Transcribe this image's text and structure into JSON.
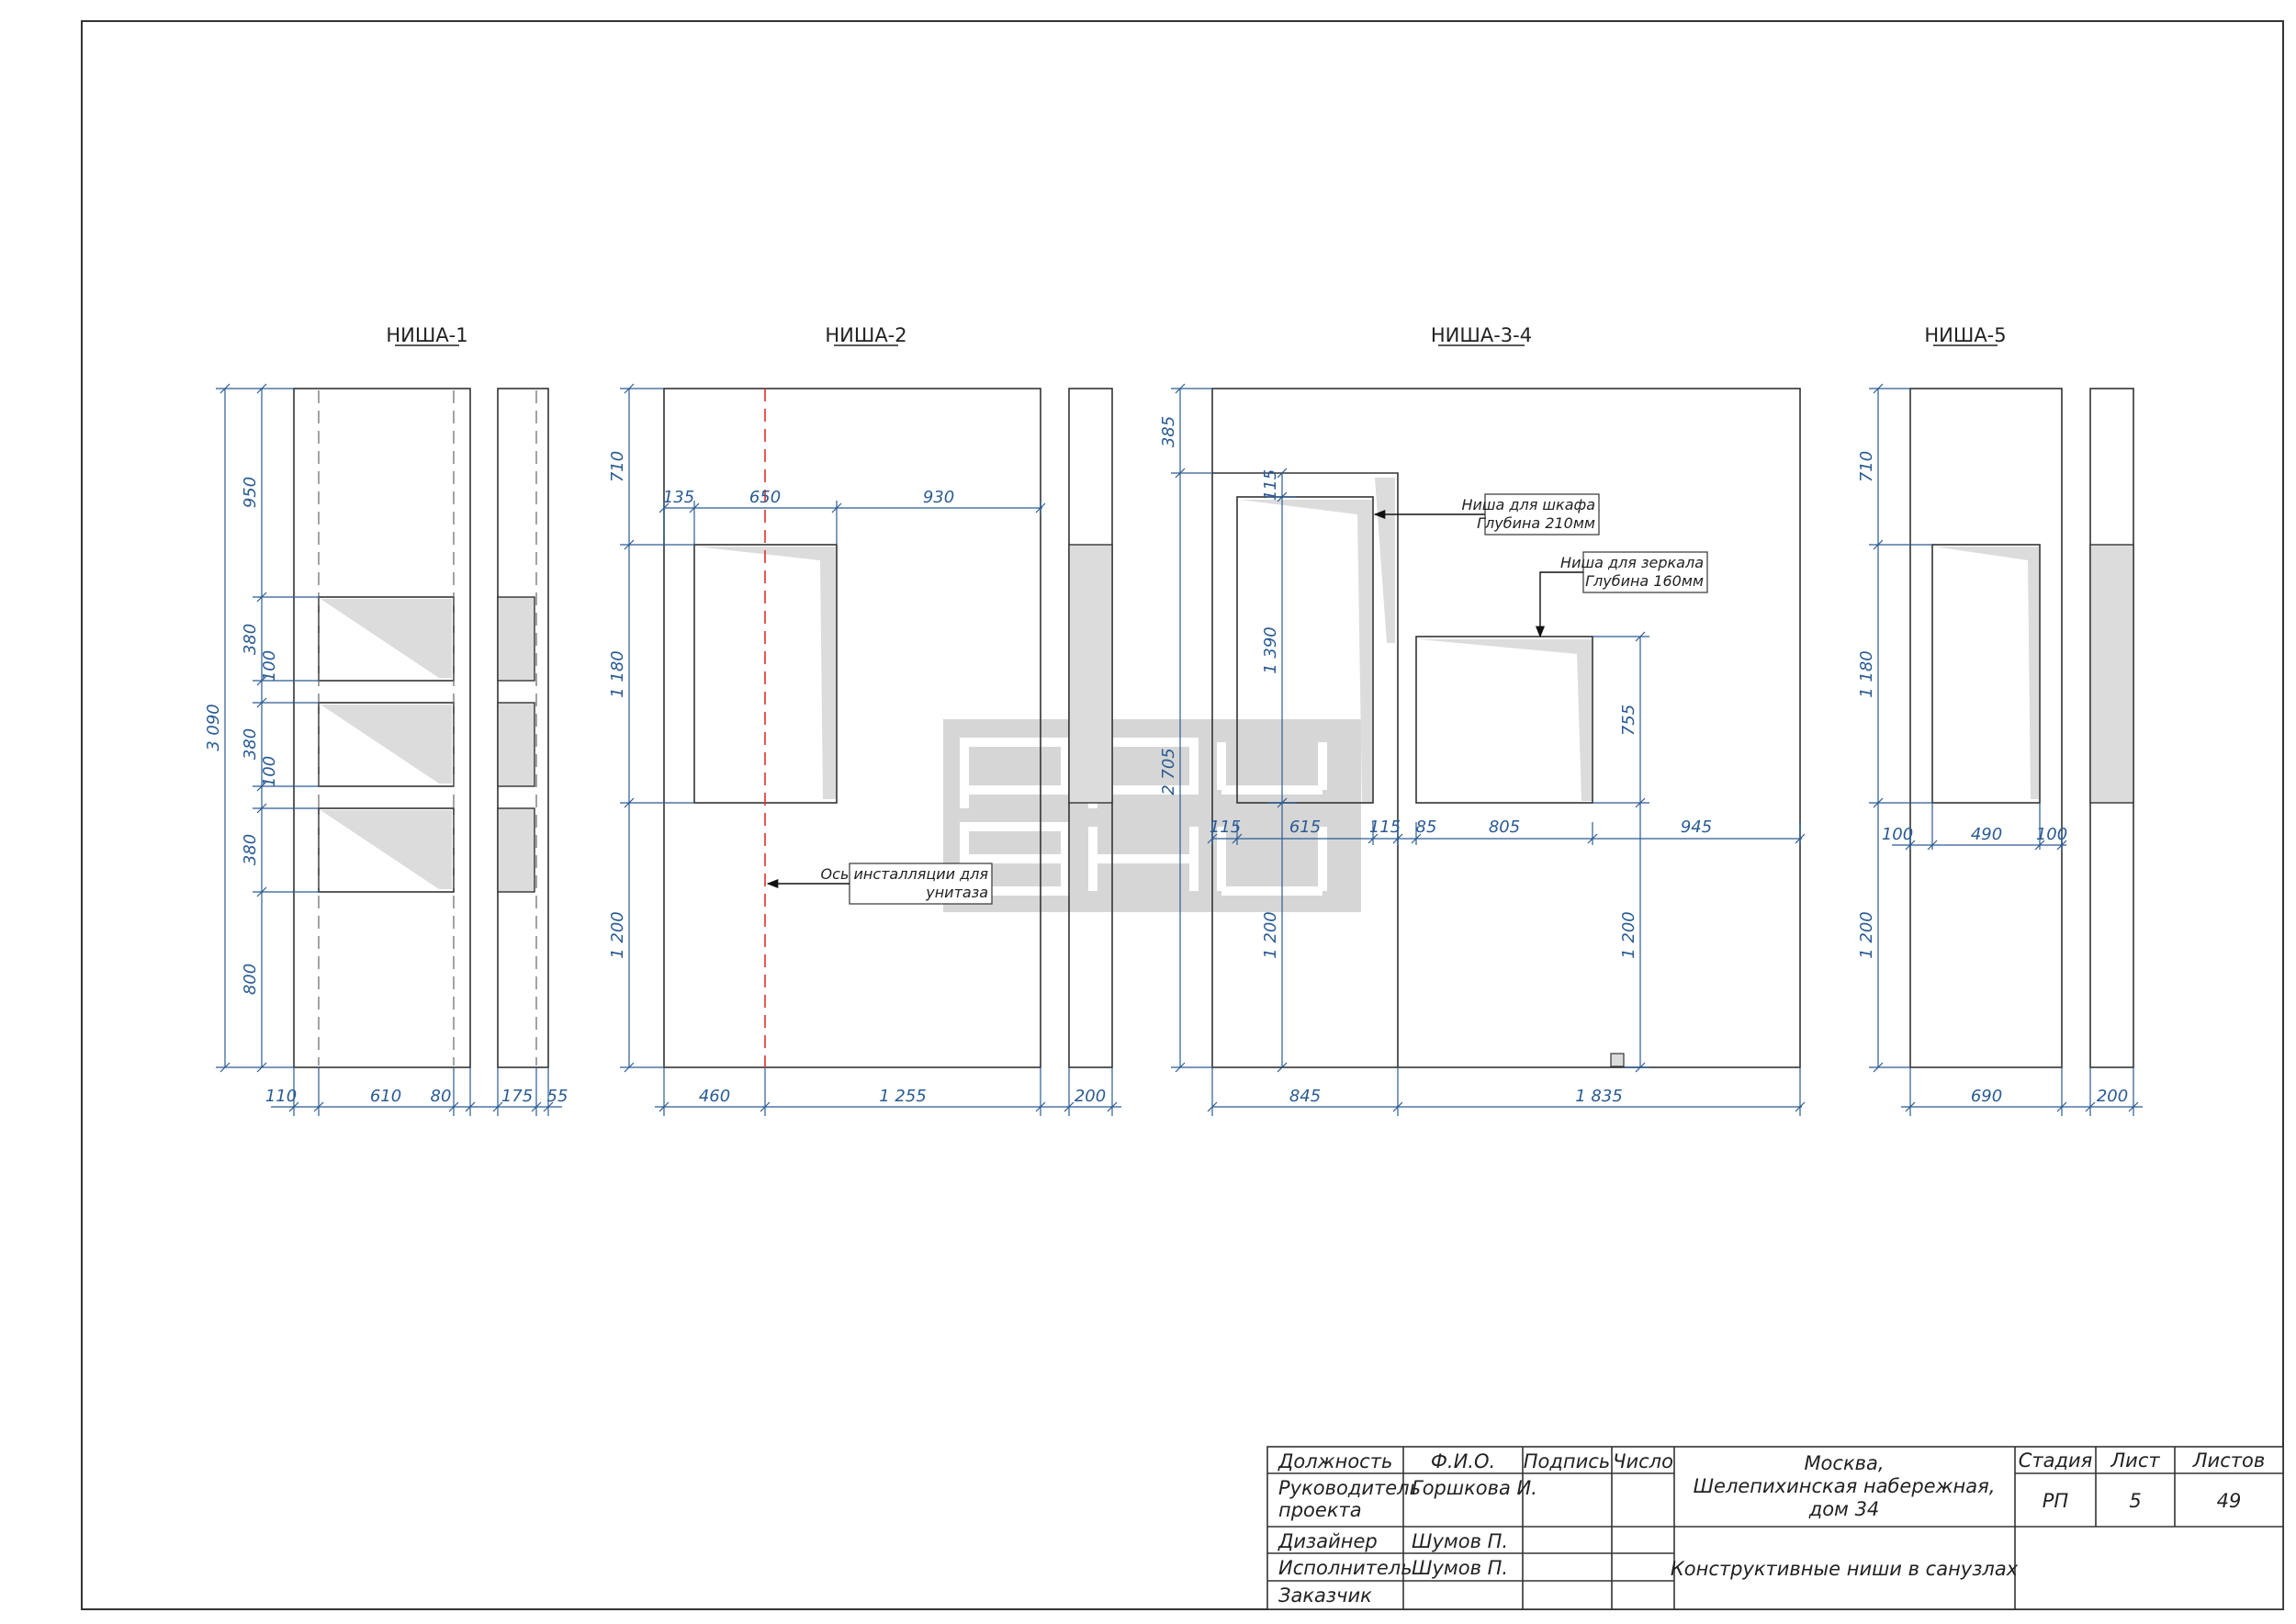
{
  "titles": {
    "nisha1": "НИША-1",
    "nisha2": "НИША-2",
    "nisha34": "НИША-3-4",
    "nisha5": "НИША-5"
  },
  "dims": {
    "n1": {
      "h950": "950",
      "h380a": "380",
      "h100a": "100",
      "h380b": "380",
      "h100b": "100",
      "h380c": "380",
      "h800": "800",
      "total": "3 090",
      "w110": "110",
      "w610": "610",
      "w80": "80",
      "w175": "175",
      "w55": "55"
    },
    "n2": {
      "h710": "710",
      "h1180": "1 180",
      "h1200": "1 200",
      "w135": "135",
      "w650": "650",
      "w930": "930",
      "w460": "460",
      "w1255": "1 255",
      "w200": "200"
    },
    "n34": {
      "h385": "385",
      "h115": "115",
      "h1390": "1 390",
      "h1200": "1 200",
      "total": "2 705",
      "h755": "755",
      "h1200r": "1 200",
      "w115a": "115",
      "w615": "615",
      "w115b": "115",
      "w85": "85",
      "w805": "805",
      "w945": "945",
      "w845": "845",
      "w1835": "1 835"
    },
    "n5": {
      "h710": "710",
      "h1180": "1 180",
      "h1200": "1 200",
      "w100a": "100",
      "w490": "490",
      "w100b": "100",
      "w690": "690",
      "w200": "200"
    }
  },
  "notes": {
    "axis_l1": "Ось инсталляции для",
    "axis_l2": "унитаза",
    "cab_l1": "Ниша для шкафа",
    "cab_l2": "Глубина 210мм",
    "mir_l1": "Ниша для зеркала",
    "mir_l2": "Глубина 160мм"
  },
  "title_block": {
    "h_role": "Должность",
    "h_name": "Ф.И.О.",
    "h_sign": "Подпись",
    "h_date": "Число",
    "r1_role_1": "Руководитель",
    "r1_role_2": "проекта",
    "r1_name": "Горшкова И.",
    "r2_role": "Дизайнер",
    "r2_name": "Шумов П.",
    "r3_role": "Исполнитель",
    "r3_name": "Шумов П.",
    "r4_role": "Заказчик",
    "addr_1": "Москва,",
    "addr_2": "Шелепихинская набережная,",
    "addr_3": "дом 34",
    "sheet_title": "Конструктивные ниши в санузлах",
    "h_stage": "Стадия",
    "h_sheet": "Лист",
    "h_sheets": "Листов",
    "stage": "РП",
    "sheet": "5",
    "sheets": "49"
  },
  "colors": {
    "line": "#333333",
    "dim": "#2a5b93",
    "axis": "#e0302a",
    "fill": "#dcdcdc",
    "watermark": "#9a9a9a"
  }
}
